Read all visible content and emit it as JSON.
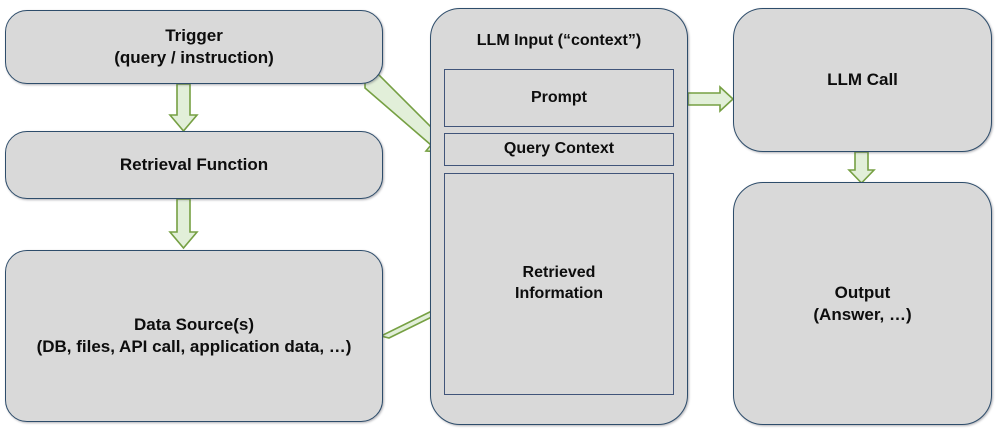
{
  "diagram": {
    "title_hidden": "",
    "colors": {
      "node_fill": "#d9d9d9",
      "node_border": "#2e4d6b",
      "inner_border": "#41557a",
      "arrow_fill": "#e2efd9",
      "arrow_stroke": "#76a043",
      "background": "#ffffff",
      "text": "#0d0d0d"
    },
    "nodes": {
      "trigger": {
        "line1": "Trigger",
        "line2": "(query / instruction)",
        "text": "Trigger\n(query / instruction)"
      },
      "retrieval_function": {
        "text": "Retrieval Function"
      },
      "data_sources": {
        "line1": "Data Source(s)",
        "line2": "(DB, files, API call, application data, …)",
        "text": "Data Source(s)\n(DB, files, API call, application data, …)"
      },
      "llm_input_panel": {
        "title": "LLM Input (“context”)",
        "prompt": "Prompt",
        "query_context": "Query Context",
        "retrieved_information": "Retrieved\nInformation"
      },
      "llm_call": {
        "text": "LLM Call"
      },
      "output": {
        "line1": "Output",
        "line2": "(Answer, …)",
        "text": "Output\n(Answer, …)"
      }
    },
    "arrows": [
      {
        "name": "trigger-to-retrieval-function",
        "from": "Trigger",
        "to": "Retrieval Function",
        "direction": "down"
      },
      {
        "name": "retrieval-function-to-data-sources",
        "from": "Retrieval Function",
        "to": "Data Source(s)",
        "direction": "down"
      },
      {
        "name": "trigger-to-query-context",
        "from": "Trigger",
        "to": "Query Context",
        "direction": "diagonal-down-right"
      },
      {
        "name": "data-sources-to-retrieved-information",
        "from": "Data Source(s)",
        "to": "Retrieved Information",
        "direction": "diagonal-up-right"
      },
      {
        "name": "llm-input-to-llm-call",
        "from": "LLM Input (“context”)",
        "to": "LLM Call",
        "direction": "right"
      },
      {
        "name": "llm-call-to-output",
        "from": "LLM Call",
        "to": "Output",
        "direction": "down"
      }
    ]
  }
}
